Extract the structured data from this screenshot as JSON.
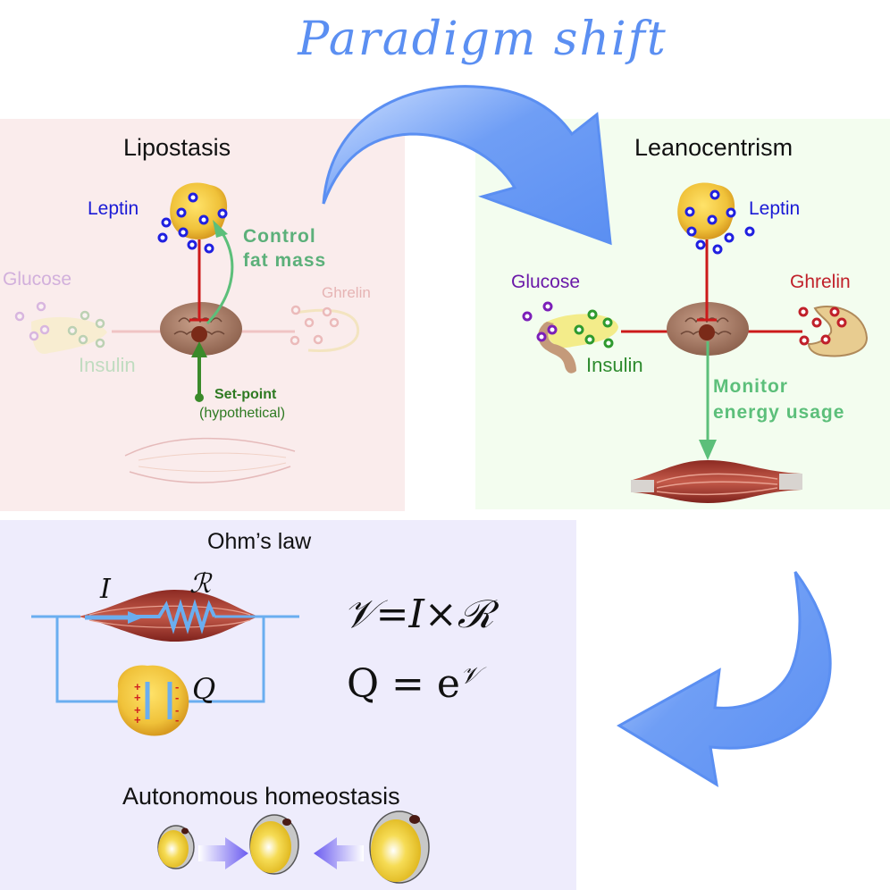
{
  "header": {
    "title": "Paradigm shift"
  },
  "lipostasis": {
    "title": "Lipostasis",
    "leptin": "Leptin",
    "control_line1": "Control",
    "control_line2": "fat mass",
    "glucose": "Glucose",
    "insulin": "Insulin",
    "ghrelin": "Ghrelin",
    "setpoint": "Set-point",
    "setpoint_note": "(hypothetical)"
  },
  "leanocentrism": {
    "title": "Leanocentrism",
    "leptin": "Leptin",
    "glucose": "Glucose",
    "insulin": "Insulin",
    "ghrelin": "Ghrelin",
    "monitor_line1": "Monitor",
    "monitor_line2": "energy usage"
  },
  "ohm": {
    "title": "Ohm’s law",
    "label_I": "I",
    "label_R": "ℛ",
    "label_Q": "Q",
    "equation1": "𝒱=I×ℛ",
    "equation2_base": "Q = e",
    "equation2_exp": "𝒱",
    "homeostasis": "Autonomous homeostasis"
  },
  "colors": {
    "arrow_blue": "#5b8ff2",
    "leptin_blue": "#1a1ad6",
    "glucose_purple": "#6a18a8",
    "insulin_green": "#2e8b2e",
    "ghrelin_red": "#c0202a",
    "signal_green": "#5cbf7a",
    "inhibit_red": "#cc1a1a"
  }
}
